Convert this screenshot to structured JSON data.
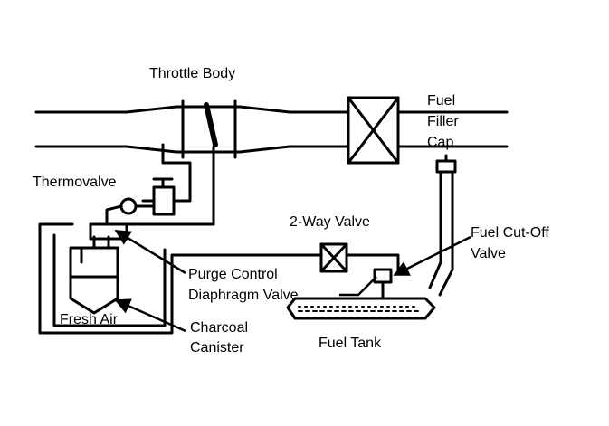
{
  "labels": {
    "throttle_body": "Throttle Body",
    "fuel_filler_cap_1": "Fuel",
    "fuel_filler_cap_2": "Filler",
    "fuel_filler_cap_3": "Cap",
    "thermovalve": "Thermovalve",
    "two_way_valve": "2-Way Valve",
    "fuel_cutoff_valve_1": "Fuel Cut-Off",
    "fuel_cutoff_valve_2": "Valve",
    "purge_control_1": "Purge Control",
    "purge_control_2": "Diaphragm Valve",
    "fresh_air": "Fresh Air",
    "charcoal_canister_1": "Charcoal",
    "charcoal_canister_2": "Canister",
    "fuel_tank": "Fuel Tank"
  },
  "colors": {
    "line": "#000000",
    "background": "#ffffff"
  }
}
